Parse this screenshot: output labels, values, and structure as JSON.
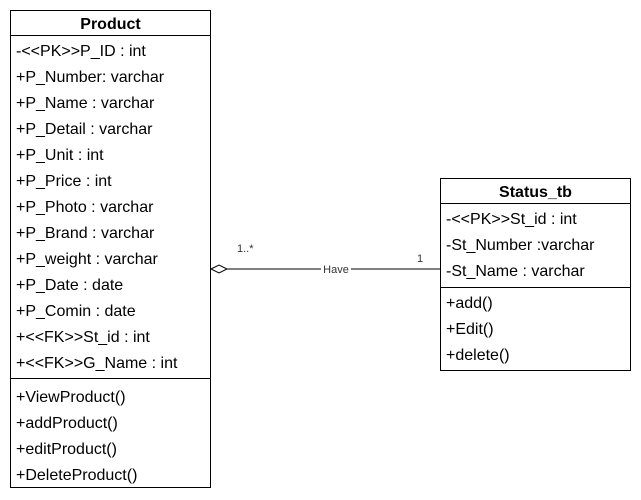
{
  "product": {
    "name": "Product",
    "attributes": [
      "-<<PK>>P_ID : int",
      "+P_Number: varchar",
      "+P_Name : varchar",
      "+P_Detail : varchar",
      "+P_Unit : int",
      "+P_Price : int",
      "+P_Photo : varchar",
      "+P_Brand : varchar",
      "+P_weight : varchar",
      "+P_Date : date",
      "+P_Comin : date",
      "+<<FK>>St_id : int",
      "+<<FK>>G_Name : int"
    ],
    "operations": [
      "+ViewProduct()",
      "+addProduct()",
      "+editProduct()",
      "+DeleteProduct()"
    ]
  },
  "status_tb": {
    "name": "Status_tb",
    "attributes": [
      "-<<PK>>St_id : int",
      "-St_Number :varchar",
      "-St_Name : varchar"
    ],
    "operations": [
      "+add()",
      "+Edit()",
      "+delete()"
    ]
  },
  "association": {
    "label": "Have",
    "product_multiplicity": "1..*",
    "status_multiplicity": "1"
  }
}
